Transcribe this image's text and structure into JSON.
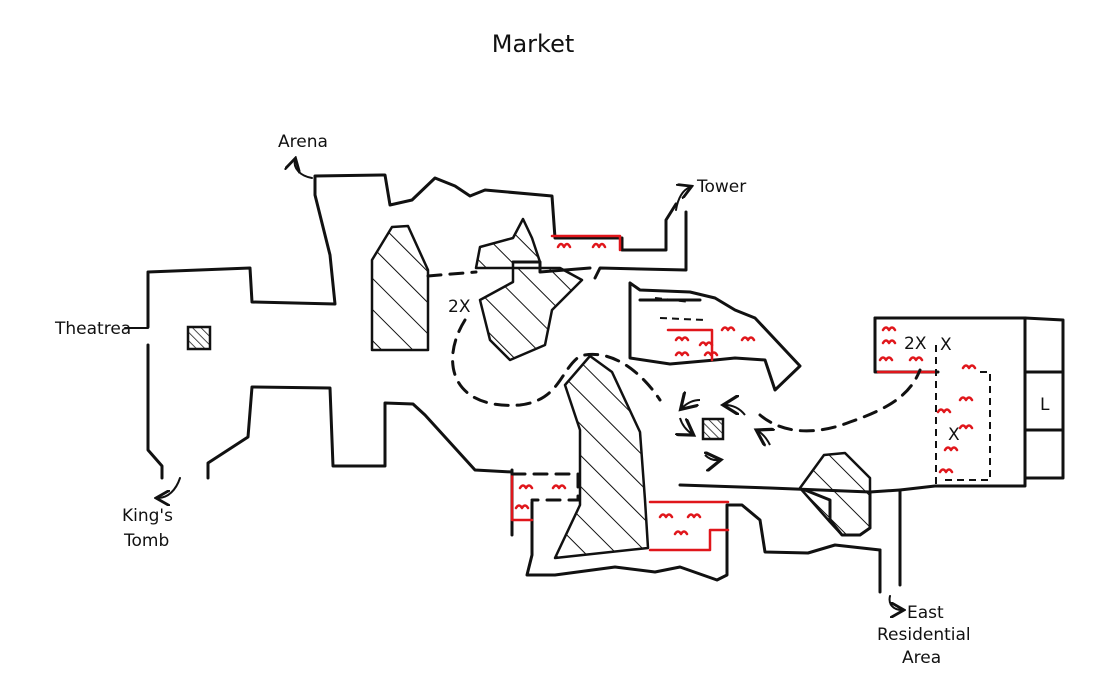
{
  "title": "Market",
  "exits": {
    "arena": "Arena",
    "tower": "Tower",
    "theatre": "Theatrea",
    "kings_tomb_line1": "King's",
    "kings_tomb_line2": "Tomb",
    "east_line1": "East",
    "east_line2": "Residential",
    "east_line3": "Area"
  },
  "markers": {
    "double_x_west": "2X",
    "double_x_east": "2X",
    "x_upper": "X",
    "x_lower": "X",
    "l_room": "L"
  },
  "colors": {
    "ink": "#111111",
    "stall": "#e0161b",
    "paper": "#ffffff"
  }
}
